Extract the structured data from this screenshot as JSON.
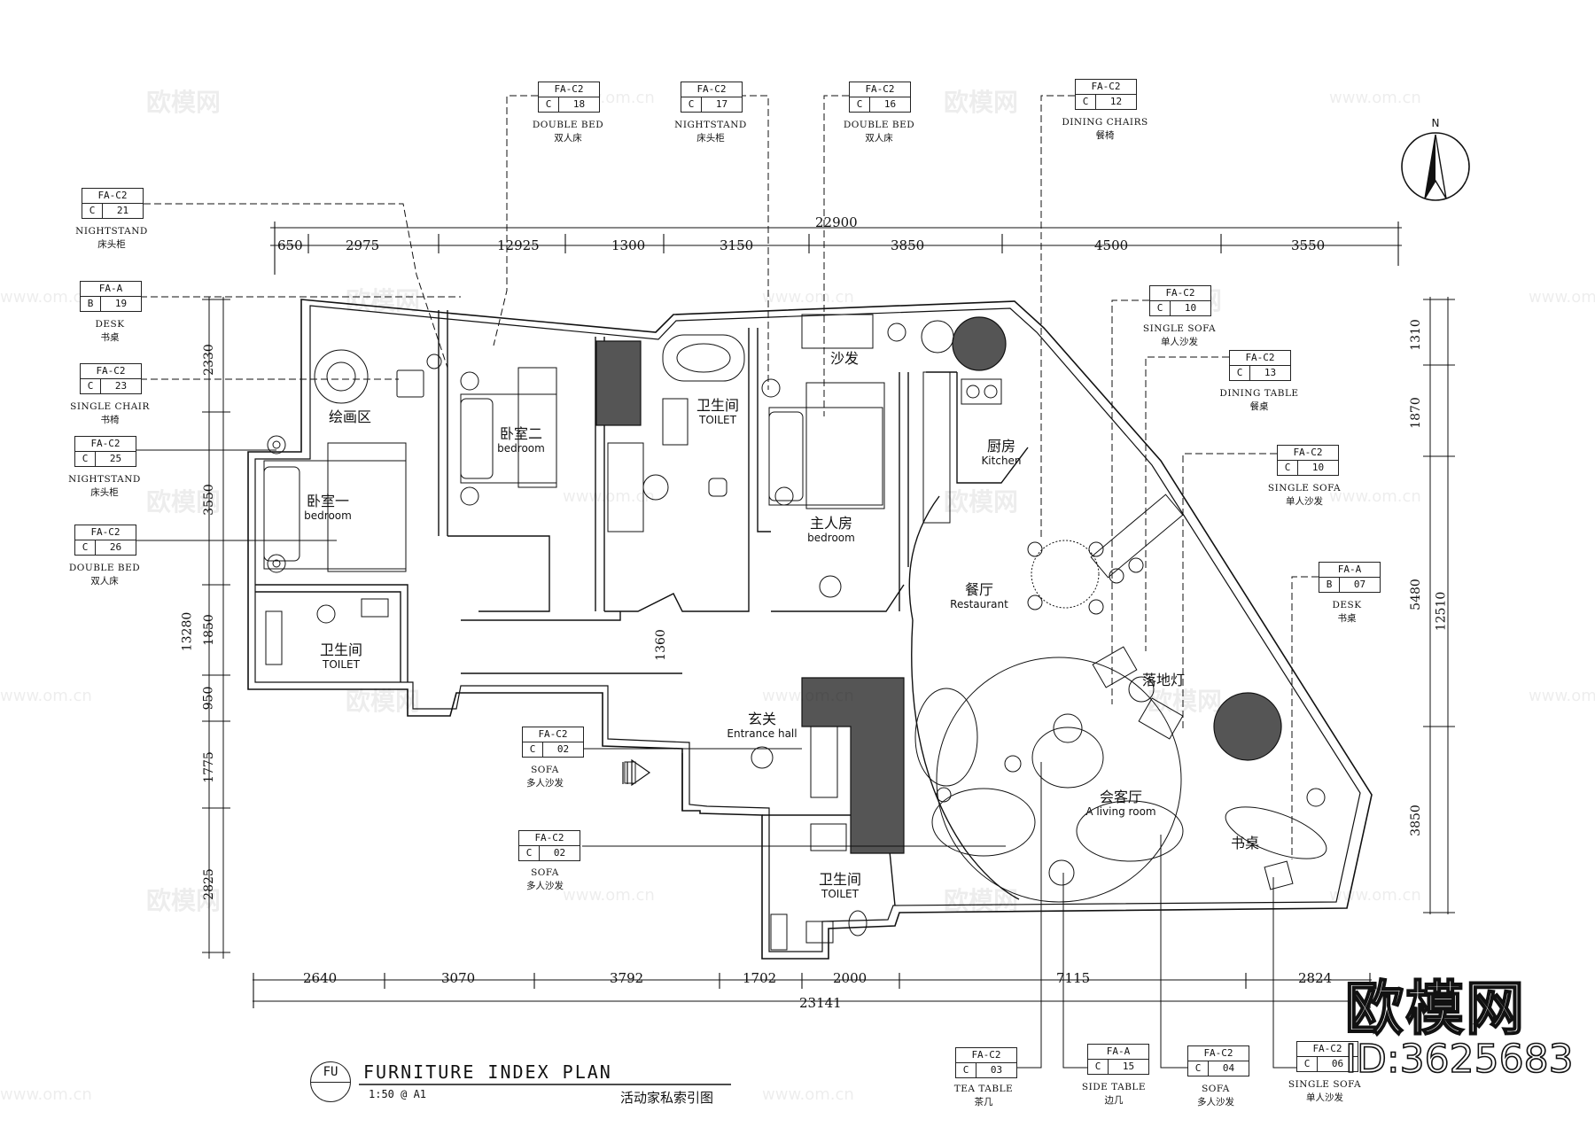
{
  "title": {
    "badge": "FU",
    "name": "FURNITURE  INDEX  PLAN",
    "scale": "1:50 @ A1",
    "name_zh": "活动家私索引图"
  },
  "north_label": "N",
  "brand": "欧模网",
  "doc_id": "ID:3625683",
  "watermark_logo": "欧模网",
  "watermark_url": "www.om.cn",
  "dimensions": {
    "top_overall": "22900",
    "top": [
      "650",
      "2975",
      "12925",
      "1300",
      "3150",
      "3850",
      "4500",
      "3550"
    ],
    "bottom_overall": "23141",
    "bottom": [
      "2640",
      "3070",
      "3792",
      "1702",
      "2000",
      "7115",
      "2824"
    ],
    "left_overall": "13280",
    "left": [
      "2330",
      "3550",
      "1850",
      "950",
      "1775",
      "2825"
    ],
    "right_overall": "12510",
    "right": [
      "1310",
      "1870",
      "5480",
      "3850"
    ],
    "inner": "1360"
  },
  "rooms": {
    "painting": {
      "zh": "绘画区",
      "en": ""
    },
    "bedroom1": {
      "zh": "卧室一",
      "en": "bedroom"
    },
    "bedroom2": {
      "zh": "卧室二",
      "en": "bedroom"
    },
    "toilet_a": {
      "zh": "卫生间",
      "en": "TOILET"
    },
    "toilet_b": {
      "zh": "卫生间",
      "en": "TOILET"
    },
    "toilet_c": {
      "zh": "卫生间",
      "en": "TOILET"
    },
    "master": {
      "zh": "主人房",
      "en": "bedroom"
    },
    "sofa_area": {
      "zh": "沙发",
      "en": ""
    },
    "kitchen": {
      "zh": "厨房",
      "en": "Kitchen"
    },
    "restaurant": {
      "zh": "餐厅",
      "en": "Restaurant"
    },
    "entrance": {
      "zh": "玄关",
      "en": "Entrance hall"
    },
    "living": {
      "zh": "会客厅",
      "en": "A living room"
    },
    "floor_lamp": {
      "zh": "落地灯",
      "en": ""
    },
    "study": {
      "zh": "书桌",
      "en": ""
    }
  },
  "tags": [
    {
      "id": "t18",
      "code": "FA-C2",
      "group": "C",
      "num": "18",
      "en": "DOUBLE BED",
      "zh": "双人床"
    },
    {
      "id": "t17",
      "code": "FA-C2",
      "group": "C",
      "num": "17",
      "en": "NIGHTSTAND",
      "zh": "床头柜"
    },
    {
      "id": "t16",
      "code": "FA-C2",
      "group": "C",
      "num": "16",
      "en": "DOUBLE BED",
      "zh": "双人床"
    },
    {
      "id": "t12",
      "code": "FA-C2",
      "group": "C",
      "num": "12",
      "en": "DINING CHAIRS",
      "zh": "餐椅"
    },
    {
      "id": "t21",
      "code": "FA-C2",
      "group": "C",
      "num": "21",
      "en": "NIGHTSTAND",
      "zh": "床头柜"
    },
    {
      "id": "t19",
      "code": "FA-A",
      "group": "B",
      "num": "19",
      "en": "DESK",
      "zh": "书桌"
    },
    {
      "id": "t23",
      "code": "FA-C2",
      "group": "C",
      "num": "23",
      "en": "SINGLE CHAIR",
      "zh": "书椅"
    },
    {
      "id": "t25",
      "code": "FA-C2",
      "group": "C",
      "num": "25",
      "en": "NIGHTSTAND",
      "zh": "床头柜"
    },
    {
      "id": "t26",
      "code": "FA-C2",
      "group": "C",
      "num": "26",
      "en": "DOUBLE BED",
      "zh": "双人床"
    },
    {
      "id": "t10a",
      "code": "FA-C2",
      "group": "C",
      "num": "10",
      "en": "SINGLE SOFA",
      "zh": "单人沙发"
    },
    {
      "id": "t13",
      "code": "FA-C2",
      "group": "C",
      "num": "13",
      "en": "DINING TABLE",
      "zh": "餐桌"
    },
    {
      "id": "t10b",
      "code": "FA-C2",
      "group": "C",
      "num": "10",
      "en": "SINGLE SOFA",
      "zh": "单人沙发"
    },
    {
      "id": "t07",
      "code": "FA-A",
      "group": "B",
      "num": "07",
      "en": "DESK",
      "zh": "书桌"
    },
    {
      "id": "t02a",
      "code": "FA-C2",
      "group": "C",
      "num": "02",
      "en": "SOFA",
      "zh": "多人沙发"
    },
    {
      "id": "t02b",
      "code": "FA-C2",
      "group": "C",
      "num": "02",
      "en": "SOFA",
      "zh": "多人沙发"
    },
    {
      "id": "t03",
      "code": "FA-C2",
      "group": "C",
      "num": "03",
      "en": "TEA TABLE",
      "zh": "茶几"
    },
    {
      "id": "t15",
      "code": "FA-A",
      "group": "C",
      "num": "15",
      "en": "SIDE TABLE",
      "zh": "边几"
    },
    {
      "id": "t04",
      "code": "FA-C2",
      "group": "C",
      "num": "04",
      "en": "SOFA",
      "zh": "多人沙发"
    },
    {
      "id": "t06",
      "code": "FA-C2",
      "group": "C",
      "num": "06",
      "en": "SINGLE SOFA",
      "zh": "单人沙发"
    }
  ]
}
